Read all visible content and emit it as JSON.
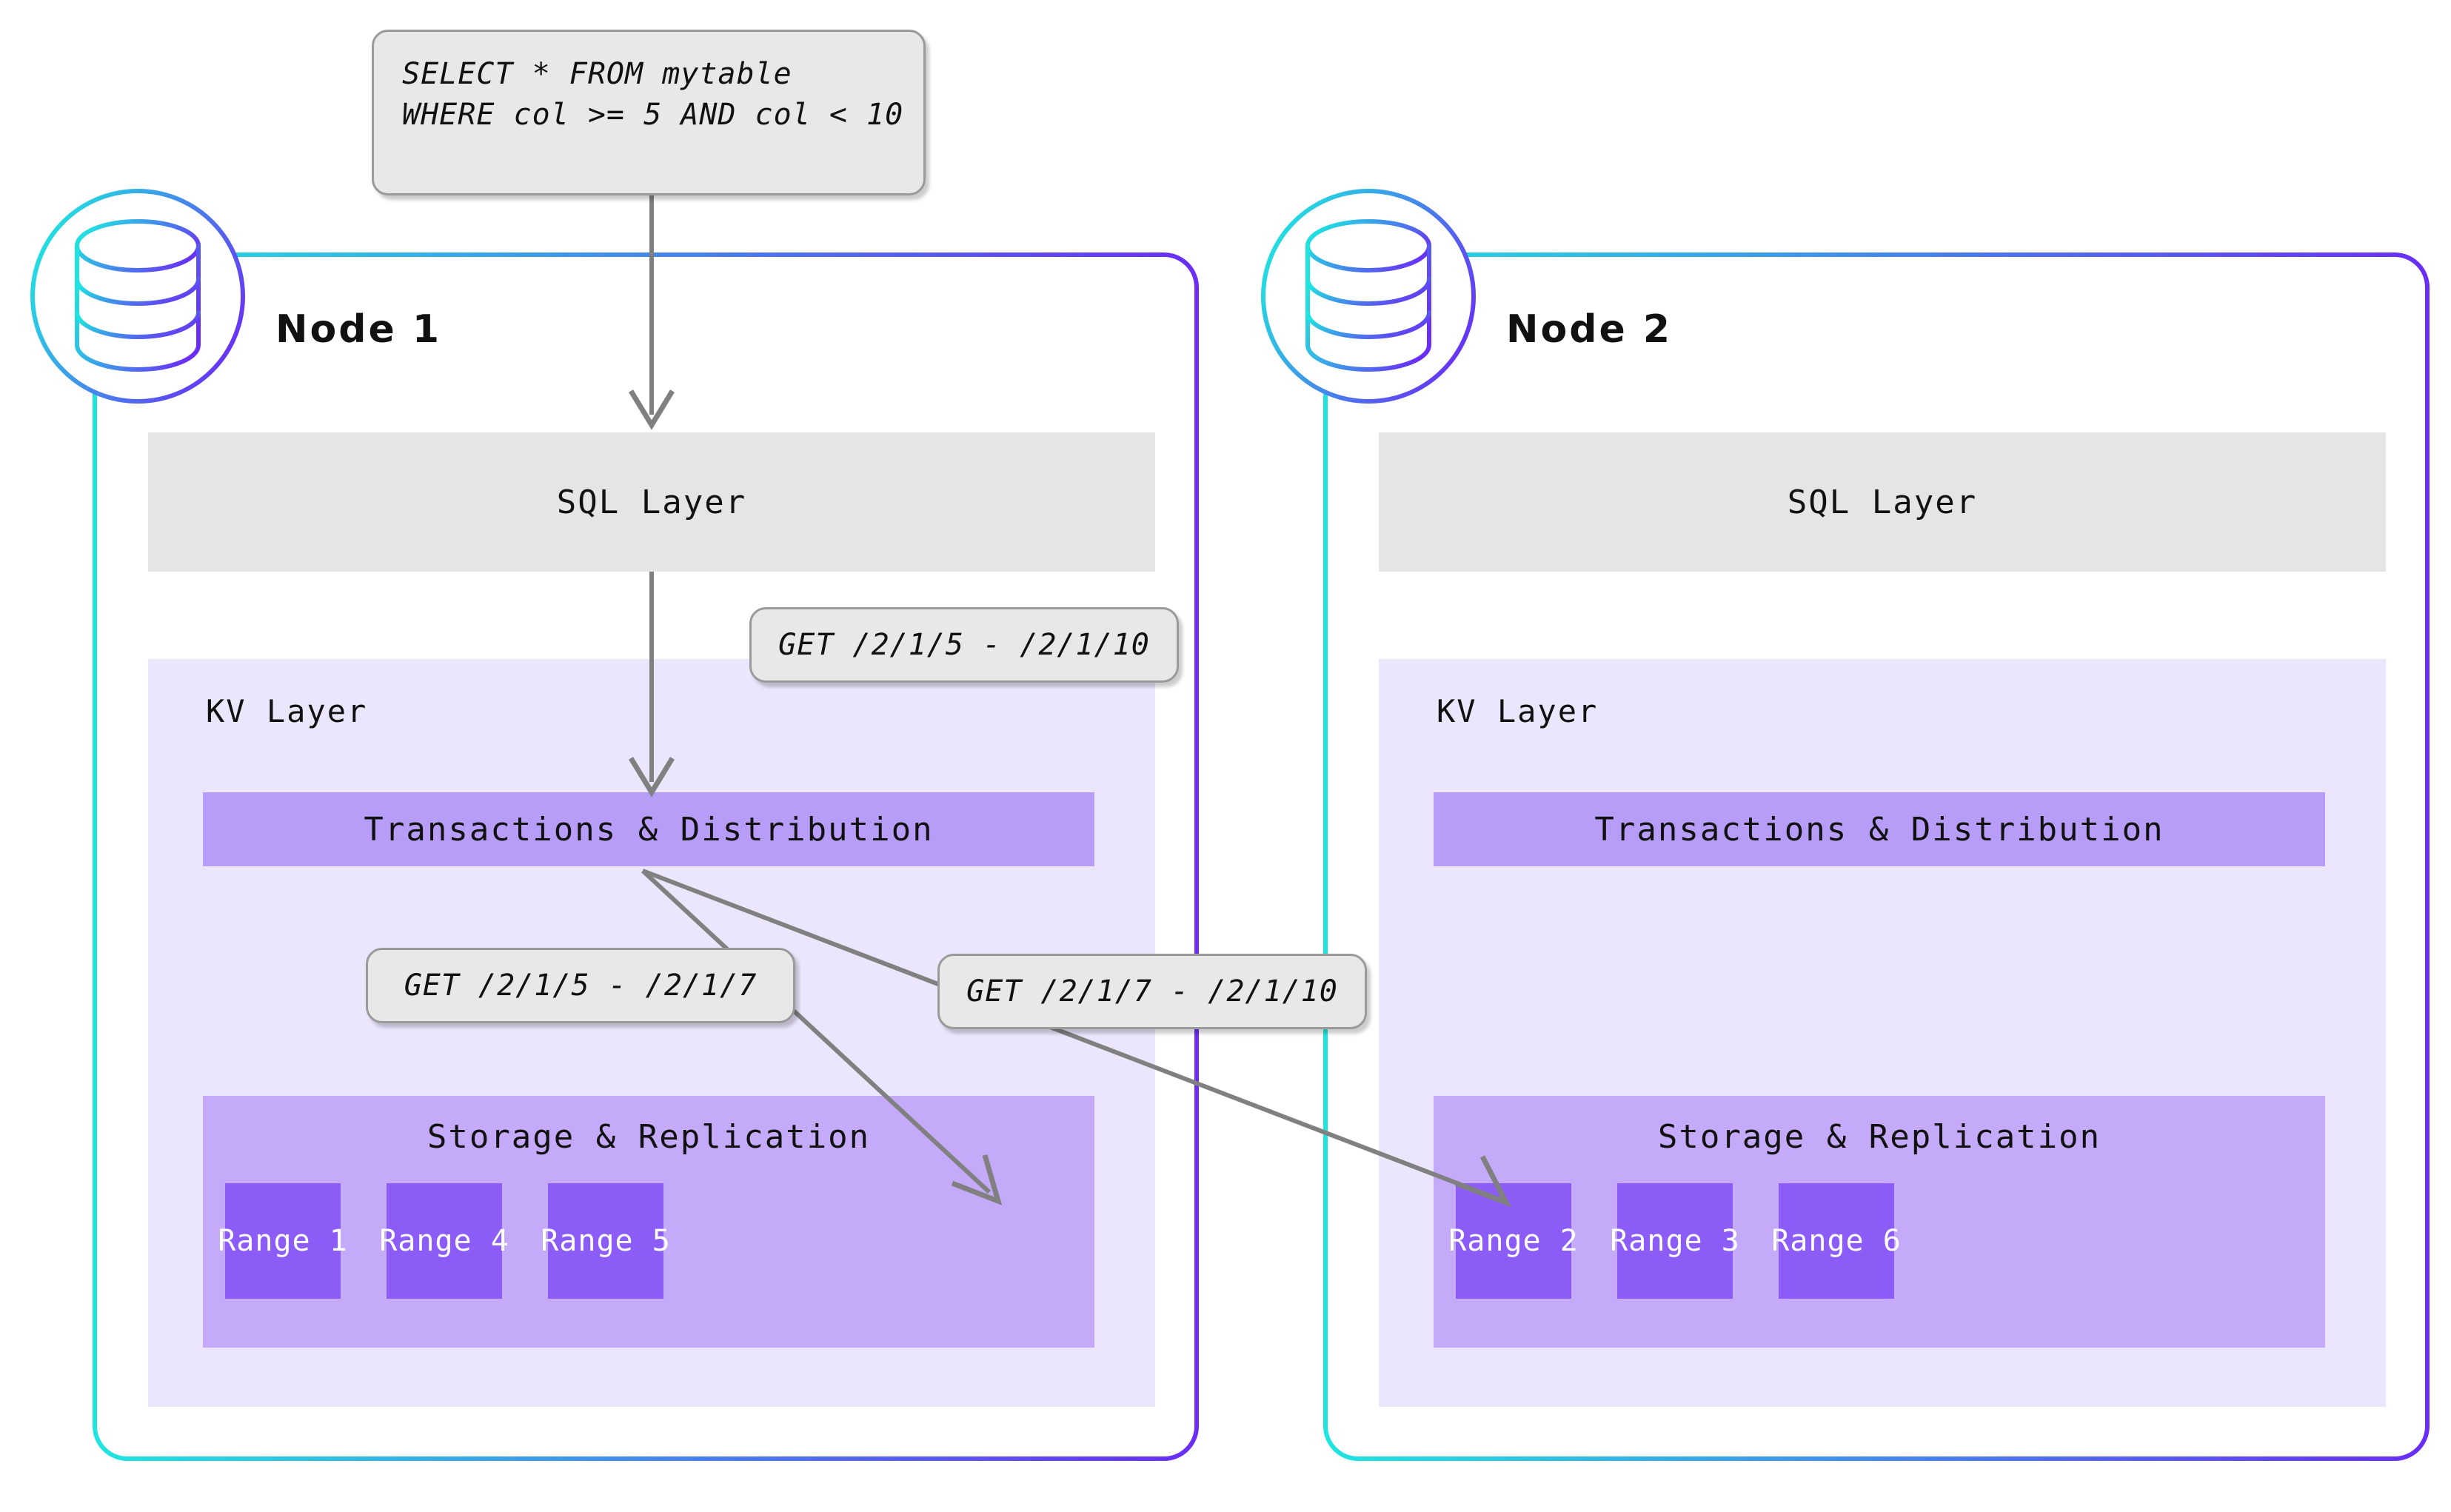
{
  "diagram": {
    "title": "CockroachDB distributed query execution across two nodes",
    "colors": {
      "gradient_start": "#1fe5e0",
      "gradient_end": "#6a2df5",
      "sql_layer_bg": "#e5e5e5",
      "kv_layer_bg": "#ece6fd",
      "txn_bg": "#b79df7",
      "storage_bg": "#c4aaf8",
      "range_bg": "#8b5cf6",
      "range_text": "#ffffff",
      "callout_bg": "#e8e8e8",
      "callout_border": "#9a9a9a",
      "arrow": "#808080",
      "text": "#111111"
    }
  },
  "query": {
    "line1": "SELECT * FROM mytable",
    "line2": "WHERE col >= 5 AND col < 10"
  },
  "callouts": {
    "sql_to_kv": "GET /2/1/5 - /2/1/10",
    "local_range": "GET /2/1/5 - /2/1/7",
    "remote_range": "GET /2/1/7 - /2/1/10"
  },
  "nodes": [
    {
      "title": "Node 1",
      "sql_layer": "SQL Layer",
      "kv_layer": "KV Layer",
      "transactions": "Transactions & Distribution",
      "storage": "Storage & Replication",
      "ranges": [
        "Range 1",
        "Range 4",
        "Range 5"
      ]
    },
    {
      "title": "Node 2",
      "sql_layer": "SQL Layer",
      "kv_layer": "KV Layer",
      "transactions": "Transactions & Distribution",
      "storage": "Storage & Replication",
      "ranges": [
        "Range 2",
        "Range 3",
        "Range 6"
      ]
    }
  ]
}
